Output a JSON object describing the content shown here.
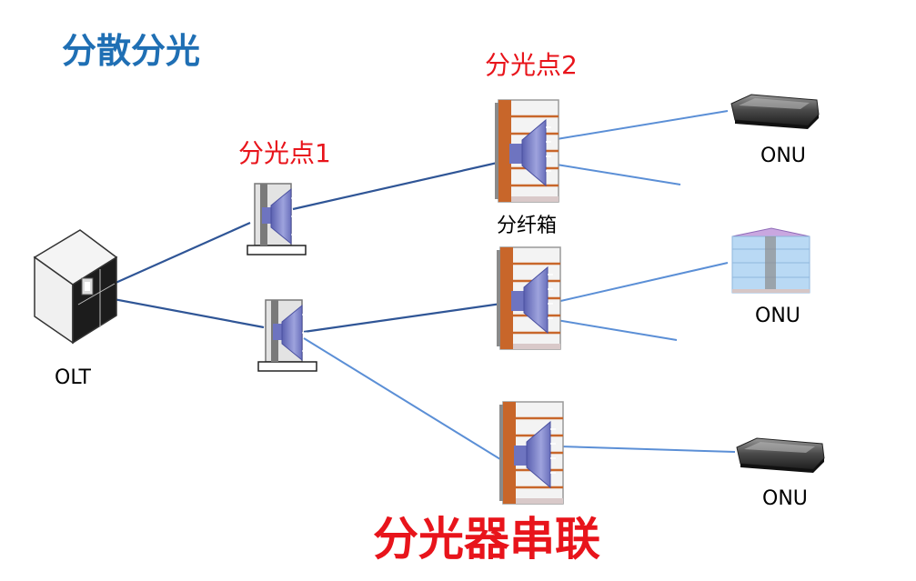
{
  "title": "分散分光",
  "split_point_1": "分光点1",
  "split_point_2": "分光点2",
  "olt_label": "OLT",
  "onu_labels": [
    "ONU",
    "ONU",
    "ONU"
  ],
  "fiber_box_label": "分纤箱",
  "caption": "分光器串联",
  "colors": {
    "title": "#1f6fb4",
    "caption": "#e8141b",
    "split_point_labels": "#e8141b",
    "fiber_dark": "#2f5596",
    "fiber_light": "#5b8fd6",
    "splitter_body": "#7b80c8",
    "cabinet_frame": "#c8662a"
  },
  "icons": [
    "olt-server-icon",
    "splitter-icon",
    "fiber-box-icon",
    "onu-modem-icon",
    "building-icon"
  ]
}
